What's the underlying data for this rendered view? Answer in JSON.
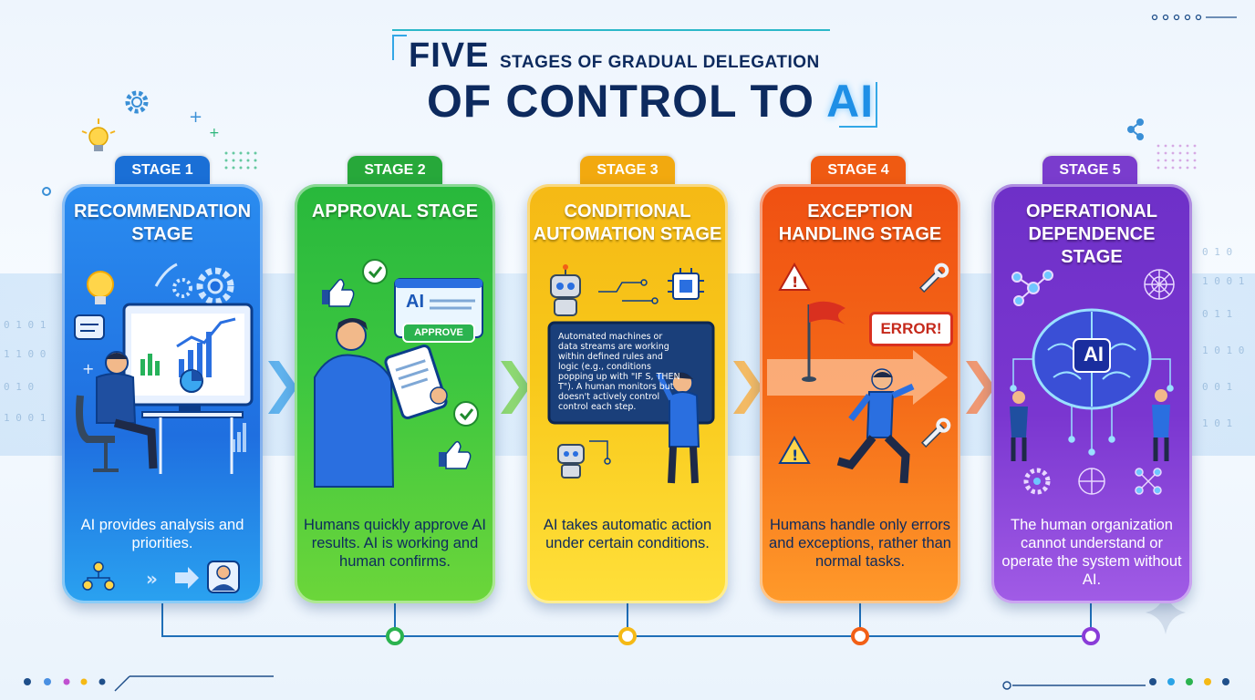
{
  "title": {
    "line1_big": "FIVE",
    "line1_small": "STAGES OF GRADUAL DELEGATION",
    "line2": "OF CONTROL TO",
    "line2_highlight": "AI"
  },
  "stages": [
    {
      "badge": "STAGE 1",
      "heading": "RECOMMENDATION STAGE",
      "description": "AI provides analysis and priorities.",
      "color_main": "#1f7fe0",
      "color_light": "#2aa2f0",
      "badge_color": "#1a6fd6"
    },
    {
      "badge": "STAGE 2",
      "heading": "APPROVAL STAGE",
      "description": "Humans quickly approve AI results. AI is working and human confirms.",
      "color_main": "#2fbf3f",
      "color_light": "#7ddb3a",
      "badge_color": "#27a83a",
      "doc_label": "AI",
      "button_label": "APPROVE"
    },
    {
      "badge": "STAGE 3",
      "heading": "CONDITIONAL AUTOMATION STAGE",
      "description": "AI takes automatic action under certain conditions.",
      "color_main": "#f5b915",
      "color_light": "#ffe03a",
      "badge_color": "#f2a90f",
      "screen_text": "Automated machines or data streams are working within defined rules and logic (e.g., conditions popping up with \"IF S, THEN T\"). A human monitors but doesn't actively control control each step."
    },
    {
      "badge": "STAGE 4",
      "heading": "EXCEPTION HANDLING STAGE",
      "description": "Humans handle only errors and exceptions, rather than normal tasks.",
      "color_main": "#f25f16",
      "color_light": "#ff9a2a",
      "badge_color": "#ef5a12",
      "error_label": "ERROR!"
    },
    {
      "badge": "STAGE 5",
      "heading": "OPERATIONAL DEPENDENCE STAGE",
      "description": "The human organization cannot understand or operate the system without AI.",
      "color_main": "#7a36d0",
      "color_light": "#a15ce6",
      "badge_color": "#7a3ccd",
      "brain_label": "AI"
    }
  ],
  "colors": {
    "title": "#0d2a5e",
    "accent": "#1e8fe6",
    "timeline": "#1f6fb8"
  },
  "icons": [
    "gear-icon",
    "lightbulb-icon",
    "share-icon",
    "thumbs-up-icon",
    "checkmark-icon",
    "robot-icon",
    "chip-icon",
    "warning-icon",
    "wrench-icon",
    "flag-icon",
    "network-icon",
    "brain-icon"
  ]
}
